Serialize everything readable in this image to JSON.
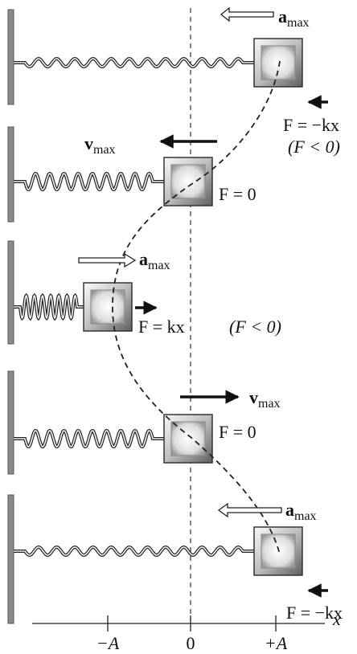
{
  "panels": [
    {
      "arrow_vector": "a",
      "arrow_subscript": "max",
      "force_label": "F = −kx",
      "note": "(F < 0)"
    },
    {
      "arrow_vector": "v",
      "arrow_subscript": "max",
      "force_label": "F = 0"
    },
    {
      "arrow_vector": "a",
      "arrow_subscript": "max",
      "force_label": "F = kx",
      "note": "(F < 0)"
    },
    {
      "arrow_vector": "v",
      "arrow_subscript": "max",
      "force_label": "F = 0"
    },
    {
      "arrow_vector": "a",
      "arrow_subscript": "max",
      "force_label": "F = −kx"
    }
  ],
  "axis": {
    "variable": "x",
    "ticks": [
      "−A",
      "0",
      "+A"
    ]
  },
  "colors": {
    "block_light": "#f4f4f4",
    "block_dark": "#6a6a6a",
    "wall": "#8a8a8a",
    "ink": "#111111"
  }
}
